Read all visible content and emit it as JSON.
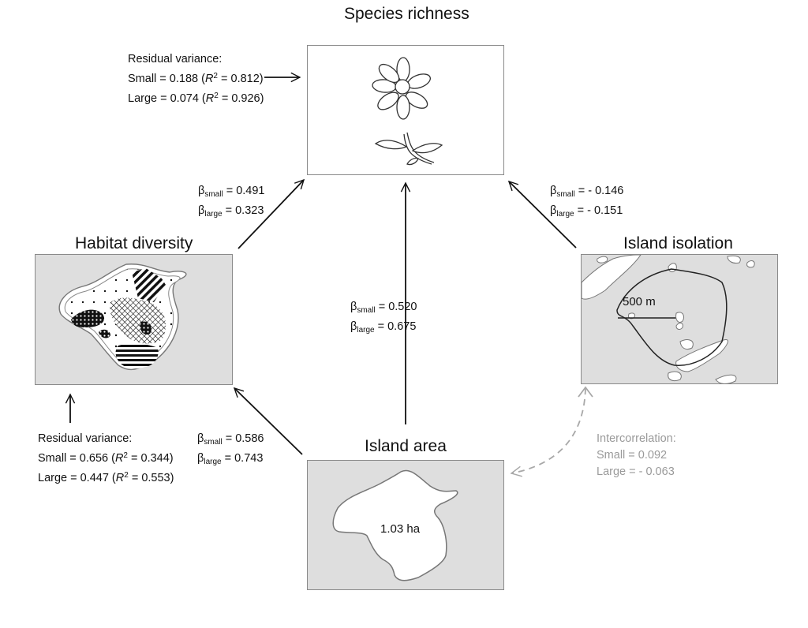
{
  "nodes": {
    "species_richness": {
      "title": "Species richness"
    },
    "habitat_diversity": {
      "title": "Habitat diversity"
    },
    "island_isolation": {
      "title": "Island isolation",
      "radius_label": "500 m"
    },
    "island_area": {
      "title": "Island area",
      "area_label": "1.03 ha"
    }
  },
  "residuals": {
    "species_richness": {
      "heading": "Residual variance:",
      "small_label": "Small = 0.188 (",
      "small_r2": "= 0.812)",
      "large_label": "Large = 0.074 (",
      "large_r2": "= 0.926)"
    },
    "habitat_diversity": {
      "heading": "Residual variance:",
      "small_label": "Small = 0.656 (",
      "small_r2": "= 0.344)",
      "large_label": "Large = 0.447 (",
      "large_r2": "= 0.553)"
    },
    "r_symbol": "R",
    "r_exp": "2"
  },
  "paths": {
    "beta_symbol": "β",
    "small_sub": "small",
    "large_sub": "large",
    "habitat_to_richness": {
      "small": "= 0.491",
      "large": "= 0.323"
    },
    "isolation_to_richness": {
      "small": "= - 0.146",
      "large": "= - 0.151"
    },
    "area_to_richness": {
      "small": "= 0.520",
      "large": "= 0.675"
    },
    "area_to_habitat": {
      "small": "= 0.586",
      "large": "= 0.743"
    }
  },
  "intercorrelation": {
    "heading": "Intercorrelation:",
    "small": "Small = 0.092",
    "large": "Large = - 0.063"
  },
  "colors": {
    "panel_fill": "#dedede",
    "panel_border": "#8a8a8a",
    "arrow": "#111111",
    "correlation": "#a8a8a8"
  }
}
